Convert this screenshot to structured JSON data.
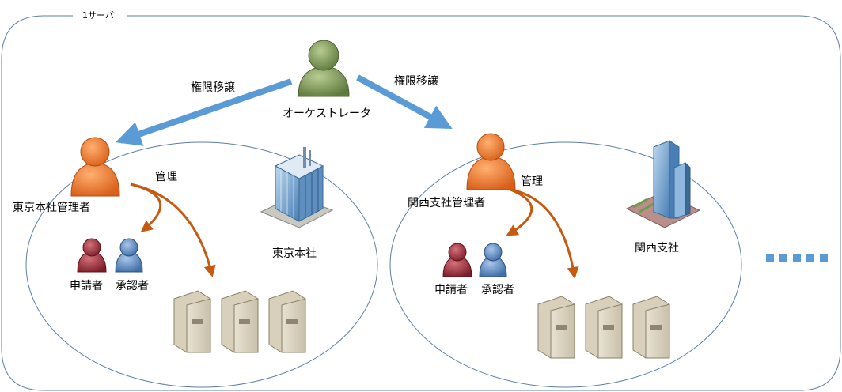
{
  "server": {
    "label": "1サーバ"
  },
  "orchestrator": {
    "label": "オーケストレータ"
  },
  "delegation": {
    "left_label": "権限移譲",
    "right_label": "権限移譲"
  },
  "tokyo": {
    "manager_label": "東京本社管理者",
    "manage_label": "管理",
    "building_label": "東京本社",
    "applicant_label": "申請者",
    "approver_label": "承認者"
  },
  "kansai": {
    "manager_label": "関西支社管理者",
    "manage_label": "管理",
    "building_label": "関西支社",
    "applicant_label": "申請者",
    "approver_label": "承認者"
  },
  "colors": {
    "server_border": "#5b7fa8",
    "arrow_blue": "#5b9bd5",
    "arrow_orange": "#c55a11",
    "orchestrator_green": "#7f9a5b",
    "manager_orange": "#ed7d31",
    "applicant_red": "#a0303a",
    "approver_blue": "#4f81bd"
  }
}
